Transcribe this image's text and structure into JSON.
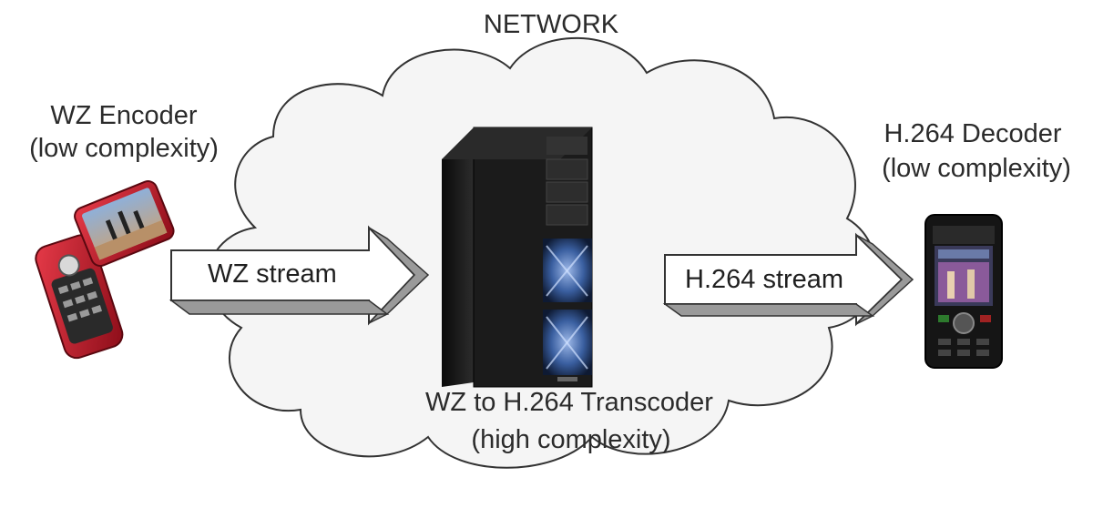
{
  "network_label": "NETWORK",
  "encoder": {
    "title": "WZ Encoder",
    "subtitle": "(low complexity)"
  },
  "decoder": {
    "title": "H.264 Decoder",
    "subtitle": "(low complexity)"
  },
  "transcoder": {
    "title": "WZ to H.264 Transcoder",
    "subtitle": "(high complexity)"
  },
  "streams": {
    "input": "WZ stream",
    "output": "H.264 stream"
  },
  "colors": {
    "cloud_fill": "#f5f5f5",
    "cloud_stroke": "#333333",
    "arrow_front": "#ffffff",
    "arrow_side": "#9a9a9a",
    "server_body": "#1b1b1b",
    "server_fan": "#3a5fa0",
    "phone_red": "#c0182a",
    "phone_black": "#151515"
  },
  "icons": {
    "encoder_device": "flip-phone-icon",
    "transcoder_device": "server-tower-icon",
    "decoder_device": "smartphone-icon"
  }
}
